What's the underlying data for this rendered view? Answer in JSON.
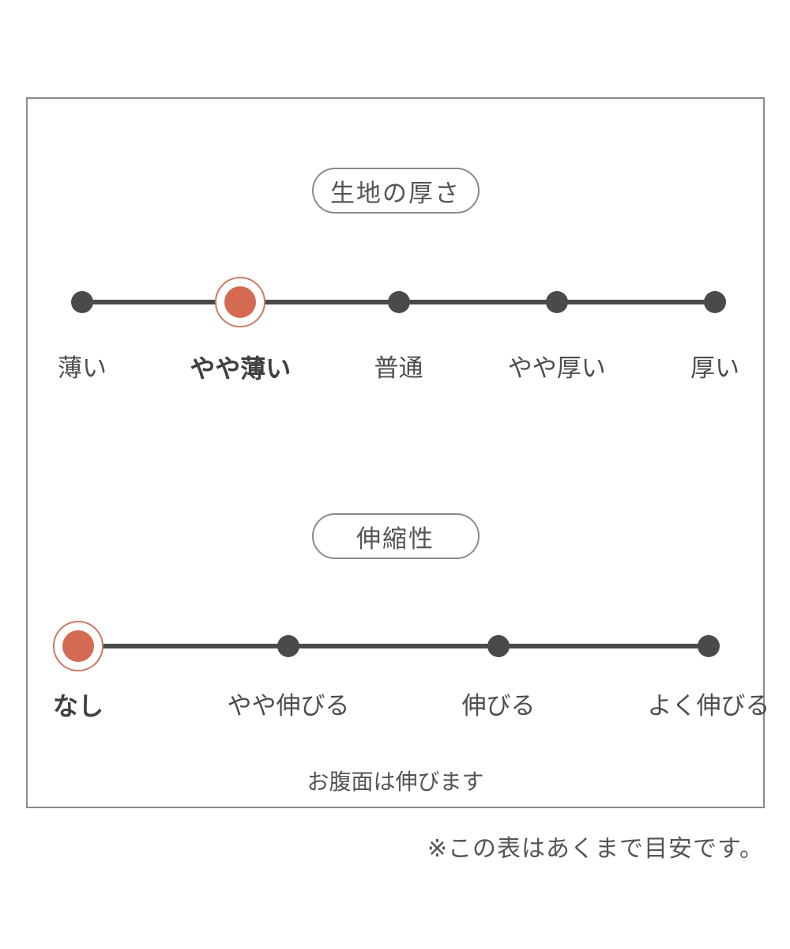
{
  "sections": [
    {
      "title": "生地の厚さ",
      "options": [
        "薄い",
        "やや薄い",
        "普通",
        "やや厚い",
        "厚い"
      ],
      "selected_index": 1,
      "selected_label": "やや薄い"
    },
    {
      "title": "伸縮性",
      "options": [
        "なし",
        "やや伸びる",
        "伸びる",
        "よく伸びる"
      ],
      "selected_index": 0,
      "selected_label": "なし",
      "note": "お腹面は伸びます"
    }
  ],
  "footnote": "※この表はあくまで目安です。",
  "colors": {
    "accent": "#d56a52",
    "accent_ring": "#cc7a62",
    "line": "#4a4a4a",
    "text": "#4d4d4d",
    "frame_border": "#8a8a8a"
  },
  "icons": {
    "selected_marker": "ringed-dot-icon",
    "scale_point": "dot-icon"
  }
}
